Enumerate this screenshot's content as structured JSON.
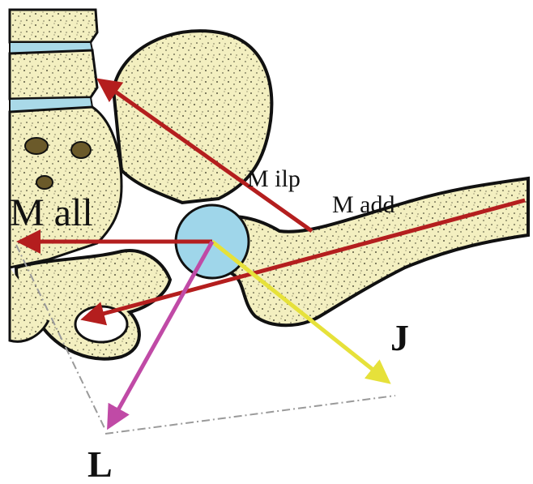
{
  "labels": {
    "m_all": "M all",
    "m_ilp": "M ilp",
    "m_add": "M add",
    "j": "J",
    "l": "L"
  },
  "colors": {
    "background": "#ffffff",
    "bone_fill": "#f3efc0",
    "bone_outline": "#111111",
    "disc": "#a9d9e8",
    "femoral_head": "#9fd6ea",
    "muscle_vector": "#b41e1e",
    "joint_reaction": "#e6e13a",
    "resultant_l": "#c04aa6",
    "parallelogram": "#9a9a9a"
  },
  "vectors": [
    {
      "id": "m-all-vector",
      "label": "M all",
      "color": "#b41e1e"
    },
    {
      "id": "m-ilp-vector",
      "label": "M ilp",
      "color": "#b41e1e"
    },
    {
      "id": "m-add-vector",
      "label": "M add",
      "color": "#b41e1e"
    },
    {
      "id": "j-vector",
      "label": "J",
      "color": "#e6e13a"
    },
    {
      "id": "l-vector",
      "label": "L",
      "color": "#c04aa6"
    }
  ]
}
